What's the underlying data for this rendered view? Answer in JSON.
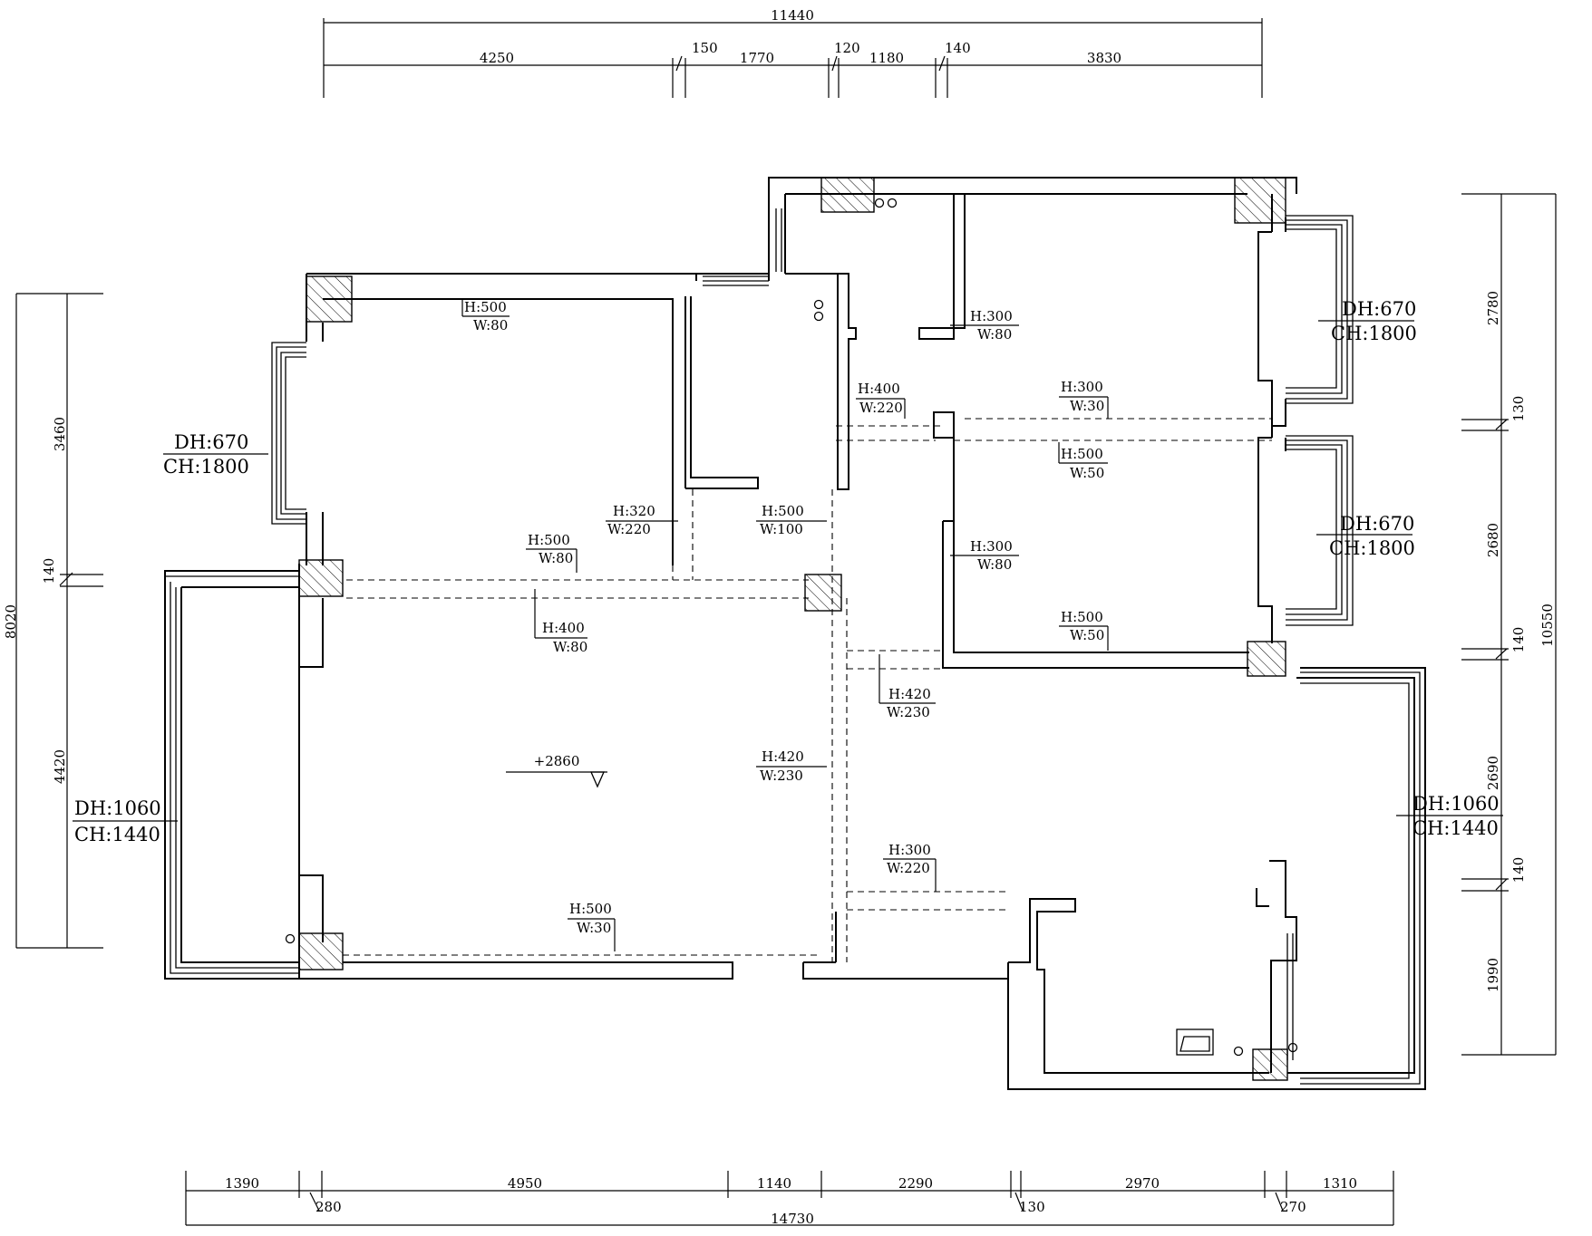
{
  "dimensions": {
    "top_total": "11440",
    "top_segments": [
      "4250",
      "150",
      "1770",
      "120",
      "1180",
      "140",
      "3830"
    ],
    "bottom_total": "14730",
    "bottom_segments": [
      "1390",
      "280",
      "4950",
      "1140",
      "2290",
      "130",
      "2970",
      "270",
      "1310"
    ],
    "left_total": "8020",
    "left_segments": [
      "3460",
      "140",
      "4420"
    ],
    "right_total": "10550",
    "right_segments": [
      "2780",
      "130",
      "2680",
      "140",
      "2690",
      "140",
      "1990"
    ]
  },
  "windows": [
    {
      "dh": "DH:670",
      "ch": "CH:1800"
    },
    {
      "dh": "DH:670",
      "ch": "CH:1800"
    },
    {
      "dh": "DH:670",
      "ch": "CH:1800"
    },
    {
      "dh": "DH:1060",
      "ch": "CH:1440"
    },
    {
      "dh": "DH:1060",
      "ch": "CH:1440"
    }
  ],
  "beams": [
    {
      "h": "H:500",
      "w": "W:80"
    },
    {
      "h": "H:300",
      "w": "W:80"
    },
    {
      "h": "H:400",
      "w": "W:220"
    },
    {
      "h": "H:300",
      "w": "W:30"
    },
    {
      "h": "H:500",
      "w": "W:50"
    },
    {
      "h": "H:320",
      "w": "W:220"
    },
    {
      "h": "H:500",
      "w": "W:100"
    },
    {
      "h": "H:300",
      "w": "W:80"
    },
    {
      "h": "H:500",
      "w": "W:80"
    },
    {
      "h": "H:400",
      "w": "W:80"
    },
    {
      "h": "H:500",
      "w": "W:50"
    },
    {
      "h": "H:420",
      "w": "W:230"
    },
    {
      "h": "H:420",
      "w": "W:230"
    },
    {
      "h": "H:300",
      "w": "W:220"
    },
    {
      "h": "H:500",
      "w": "W:30"
    }
  ],
  "elevation": "+2860"
}
